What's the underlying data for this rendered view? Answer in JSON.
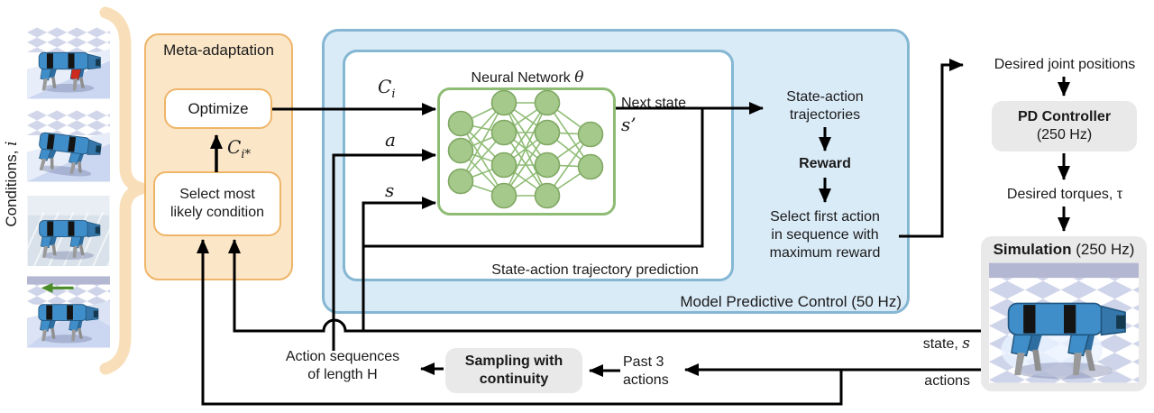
{
  "side_label": {
    "text": "Conditions,",
    "var": "i"
  },
  "conditions": [
    {
      "name": "damaged-leg-robot-icon"
    },
    {
      "name": "pitched-robot-icon"
    },
    {
      "name": "icy-terrain-robot-icon"
    },
    {
      "name": "wind-robot-icon"
    }
  ],
  "meta": {
    "title": "Meta-adaptation",
    "optimize": "Optimize",
    "select": {
      "line1": "Select most",
      "line2": "likely condition"
    },
    "c_star": {
      "base": "C",
      "sub": "i*"
    }
  },
  "mpc": {
    "title": "Model Predictive Control (50 Hz)",
    "inner_title": "State-action trajectory prediction",
    "nn": {
      "title": "Neural Network",
      "theta": "θ"
    },
    "inputs": {
      "c": {
        "base": "C",
        "sub": "i"
      },
      "a": "a",
      "s": "s"
    },
    "output": {
      "line1": "Next state",
      "var": "s’"
    },
    "trajectories": {
      "line1": "State-action",
      "line2": "trajectories"
    },
    "reward": "Reward",
    "select_action": {
      "line1": "Select first action",
      "line2": "in sequence with",
      "line3": "maximum reward"
    }
  },
  "right": {
    "desired_joint_positions": "Desired joint positions",
    "pd": {
      "line1": "PD Controller",
      "line2": "(250 Hz)"
    },
    "desired_torques": "Desired torques, τ",
    "simulation": {
      "bold": "Simulation",
      "rest": " (250 Hz)"
    }
  },
  "bottom": {
    "state": {
      "text": "state, ",
      "var": "s"
    },
    "actions": "actions",
    "past": {
      "line1": "Past 3",
      "line2": "actions"
    },
    "sampling": {
      "line1": "Sampling with",
      "line2": "continuity"
    },
    "action_seq": {
      "line1": "Action sequences",
      "line2": "of length H"
    }
  },
  "colors": {
    "orange_border": "#EFB569",
    "orange_fill": "#FBE7C8",
    "brace": "#F8DFBA",
    "blue_border": "#85B7D3",
    "blue_fill": "#DAEBF8",
    "green_border": "#8FBC75",
    "green_node": "#A5C88B",
    "gray_fill": "#E9E9E9",
    "line": "#000000",
    "robot_blue": "#3F8EC9",
    "robot_dark_blue": "#2D6DA0",
    "robot_gray": "#9A9A9A",
    "damaged_red": "#CC2B1D",
    "wind_green": "#4A8C28",
    "floor_blue": "#C9CFE6",
    "sky_lavender": "#B3B7D1"
  }
}
